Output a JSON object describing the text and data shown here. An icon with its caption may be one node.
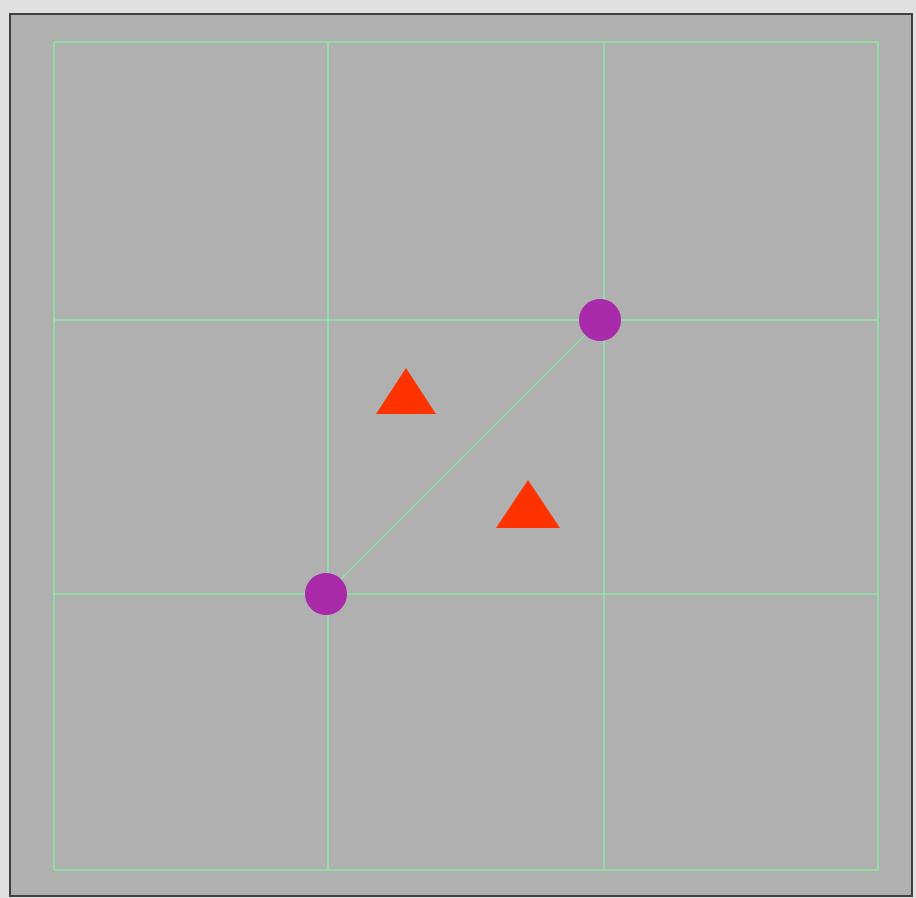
{
  "diagram": {
    "nodes": [
      {
        "text": [],
        "shape": "circle"
      },
      {
        "text": [],
        "shape": "circle"
      }
    ],
    "edges": [
      {
        "from": 0,
        "to": 1,
        "arrow": "none"
      }
    ]
  }
}
